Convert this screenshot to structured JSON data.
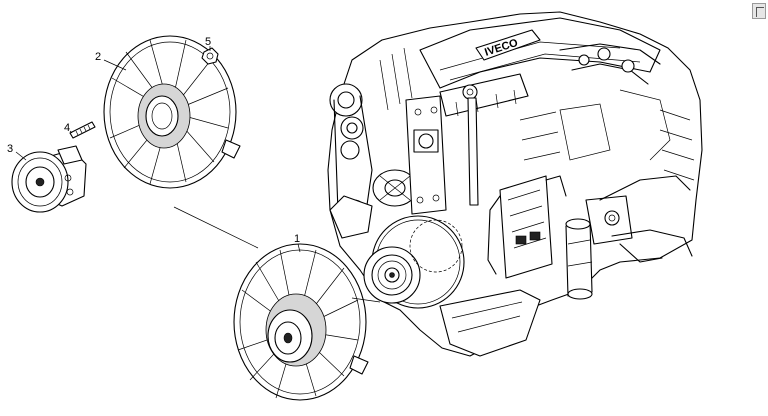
{
  "brand_text": "IVECO",
  "callouts": [
    {
      "id": "1",
      "label": "1"
    },
    {
      "id": "2",
      "label": "2"
    },
    {
      "id": "3",
      "label": "3"
    },
    {
      "id": "4",
      "label": "4"
    },
    {
      "id": "5",
      "label": "5"
    }
  ],
  "icons": {
    "corner": "page-corner-icon"
  }
}
